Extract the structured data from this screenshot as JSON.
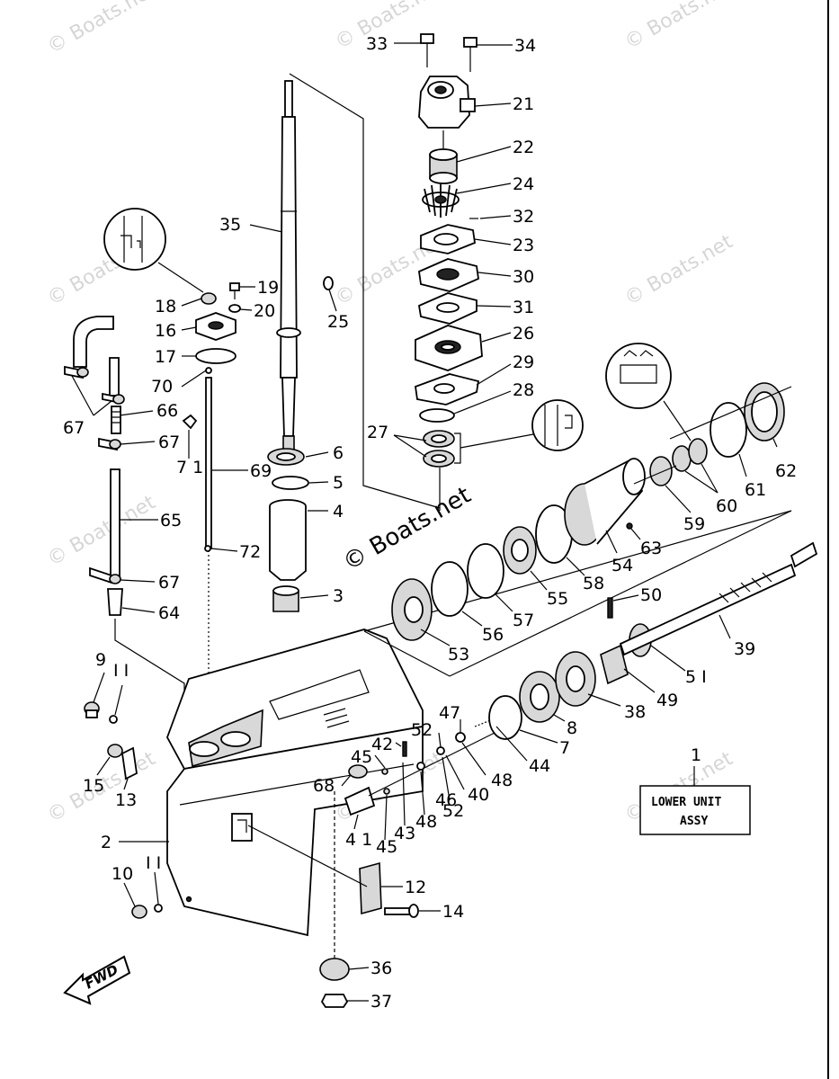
{
  "watermark": {
    "text": "© Boats.net",
    "center_text": "© Boats.net"
  },
  "assembly_label": {
    "ref": "1",
    "line1": "LOWER UNIT",
    "line2": "ASSY"
  },
  "fwd_label": "FWD",
  "callouts": [
    {
      "id": "33",
      "text": "33"
    },
    {
      "id": "34",
      "text": "34"
    },
    {
      "id": "21",
      "text": "21"
    },
    {
      "id": "22",
      "text": "22"
    },
    {
      "id": "24",
      "text": "24"
    },
    {
      "id": "32",
      "text": "32"
    },
    {
      "id": "23",
      "text": "23"
    },
    {
      "id": "30",
      "text": "30"
    },
    {
      "id": "31",
      "text": "31"
    },
    {
      "id": "26",
      "text": "26"
    },
    {
      "id": "29",
      "text": "29"
    },
    {
      "id": "28",
      "text": "28"
    },
    {
      "id": "27",
      "text": "27"
    },
    {
      "id": "35",
      "text": "35"
    },
    {
      "id": "25",
      "text": "25"
    },
    {
      "id": "19",
      "text": "19"
    },
    {
      "id": "18",
      "text": "18"
    },
    {
      "id": "20",
      "text": "20"
    },
    {
      "id": "16",
      "text": "16"
    },
    {
      "id": "17",
      "text": "17"
    },
    {
      "id": "70",
      "text": "70"
    },
    {
      "id": "66",
      "text": "66"
    },
    {
      "id": "67a",
      "text": "67"
    },
    {
      "id": "67b",
      "text": "67"
    },
    {
      "id": "67c",
      "text": "67"
    },
    {
      "id": "71",
      "text": "7 1"
    },
    {
      "id": "69",
      "text": "69"
    },
    {
      "id": "6",
      "text": "6"
    },
    {
      "id": "5",
      "text": "5"
    },
    {
      "id": "4",
      "text": "4"
    },
    {
      "id": "65",
      "text": "65"
    },
    {
      "id": "72",
      "text": "72"
    },
    {
      "id": "3",
      "text": "3"
    },
    {
      "id": "64",
      "text": "64"
    },
    {
      "id": "62",
      "text": "62"
    },
    {
      "id": "61",
      "text": "61"
    },
    {
      "id": "60",
      "text": "60"
    },
    {
      "id": "59",
      "text": "59"
    },
    {
      "id": "63",
      "text": "63"
    },
    {
      "id": "54",
      "text": "54"
    },
    {
      "id": "58",
      "text": "58"
    },
    {
      "id": "55",
      "text": "55"
    },
    {
      "id": "57",
      "text": "57"
    },
    {
      "id": "56",
      "text": "56"
    },
    {
      "id": "53",
      "text": "53"
    },
    {
      "id": "50",
      "text": "50"
    },
    {
      "id": "39",
      "text": "39"
    },
    {
      "id": "51",
      "text": "5 I"
    },
    {
      "id": "49",
      "text": "49"
    },
    {
      "id": "38",
      "text": "38"
    },
    {
      "id": "8",
      "text": "8"
    },
    {
      "id": "7",
      "text": "7"
    },
    {
      "id": "44",
      "text": "44"
    },
    {
      "id": "47",
      "text": "47"
    },
    {
      "id": "52a",
      "text": "52"
    },
    {
      "id": "42",
      "text": "42"
    },
    {
      "id": "45a",
      "text": "45"
    },
    {
      "id": "48a",
      "text": "48"
    },
    {
      "id": "40",
      "text": "40"
    },
    {
      "id": "46",
      "text": "46"
    },
    {
      "id": "52b",
      "text": "52"
    },
    {
      "id": "48b",
      "text": "48"
    },
    {
      "id": "43",
      "text": "43"
    },
    {
      "id": "68",
      "text": "68"
    },
    {
      "id": "41",
      "text": "4 1"
    },
    {
      "id": "45b",
      "text": "45"
    },
    {
      "id": "9",
      "text": "9"
    },
    {
      "id": "11a",
      "text": "I I"
    },
    {
      "id": "15",
      "text": "15"
    },
    {
      "id": "13",
      "text": "13"
    },
    {
      "id": "2",
      "text": "2"
    },
    {
      "id": "10",
      "text": "10"
    },
    {
      "id": "11b",
      "text": "I I"
    },
    {
      "id": "12",
      "text": "12"
    },
    {
      "id": "14",
      "text": "14"
    },
    {
      "id": "36",
      "text": "36"
    },
    {
      "id": "37",
      "text": "37"
    }
  ]
}
